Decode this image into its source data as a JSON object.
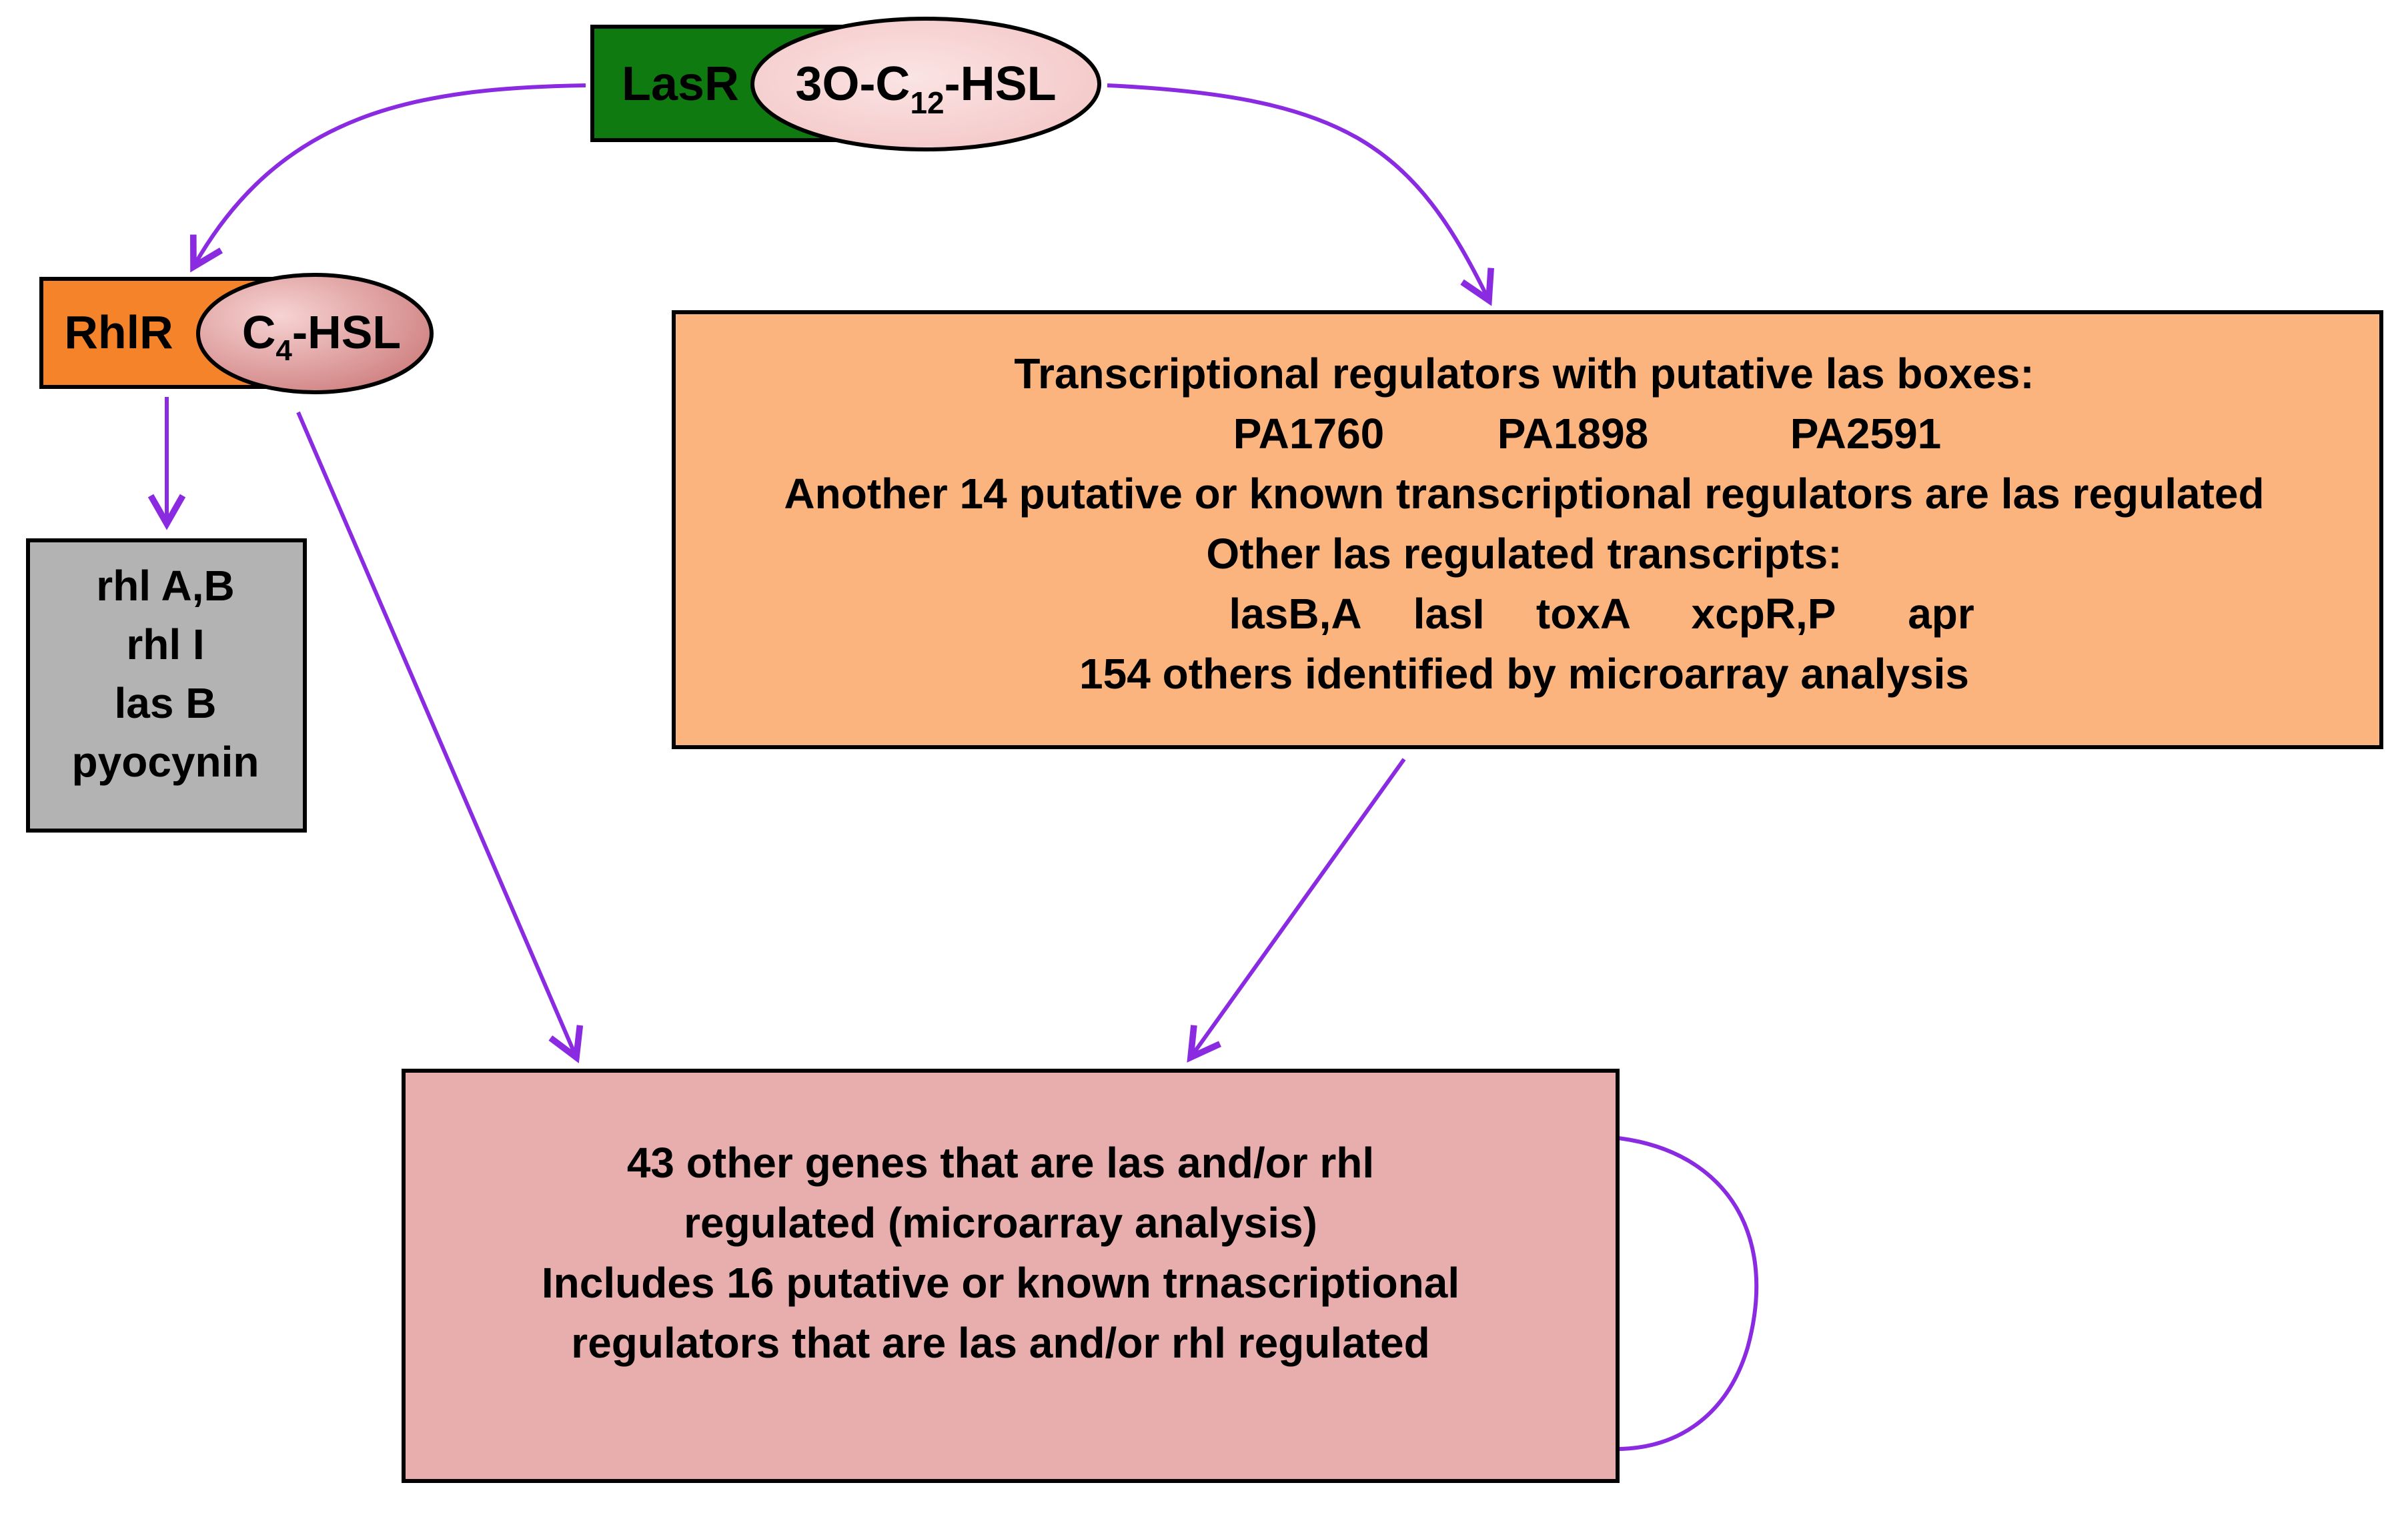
{
  "colors": {
    "arrow": "#8a2be2",
    "lasr_box": "#0f7a0f",
    "rhlr_box": "#f5832a",
    "ellipse_fill": "#f7d3d3",
    "ellipse_fill_dark": "#d98d8d",
    "gray_box": "#b3b3b3",
    "orange_box": "#fbb47e",
    "pink_box": "#e8aeae",
    "outline": "#000000"
  },
  "lasr": {
    "label": "LasR",
    "signal_prefix": "3O-C",
    "signal_subscript": "12",
    "signal_suffix": "-HSL"
  },
  "rhlr": {
    "label": "RhlR",
    "signal_prefix": "C",
    "signal_subscript": "4",
    "signal_suffix": "-HSL"
  },
  "rhl_targets": {
    "lines": [
      "rhl A,B",
      "rhl I",
      "las B",
      "pyocynin"
    ]
  },
  "las_regulon": {
    "title": "Transcriptional regulators with putative las boxes:",
    "regulators": [
      "PA1760",
      "PA1898",
      "PA2591"
    ],
    "other_regulators": "Another 14 putative or known transcriptional regulators are las regulated",
    "transcripts_title": "Other las regulated transcripts:",
    "transcripts": [
      "lasB,A",
      "lasI",
      "toxA",
      "xcpR,P",
      "apr"
    ],
    "others": "154 others identified by microarray analysis"
  },
  "shared_regulon": {
    "lines": [
      "43 other genes that are las and/or rhl",
      "regulated (microarray analysis)",
      "Includes 16 putative or known trnascriptional",
      "regulators that are las and/or rhl regulated"
    ]
  }
}
